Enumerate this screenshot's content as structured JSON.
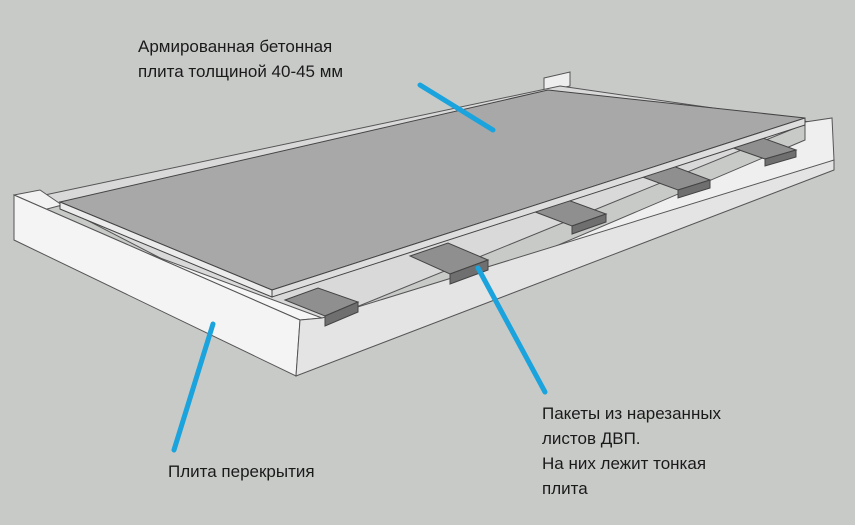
{
  "labels": {
    "top_slab": [
      "Армированная бетонная",
      "плита толщиной 40-45 мм"
    ],
    "packs": [
      "Пакеты из нарезанных",
      "листов ДВП.",
      "На них лежит тонкая",
      "плита"
    ],
    "floor_slab": [
      "Плита перекрытия"
    ]
  },
  "colors": {
    "background": "#c8cac8",
    "callout": "#1aa3dc",
    "trough_light": "#f4f4f4",
    "trough_shade": "#dcdcdc",
    "slab_top": "#a9a9a9",
    "slab_edge": "#e8e8e8",
    "packs": "#8a8a8a"
  }
}
